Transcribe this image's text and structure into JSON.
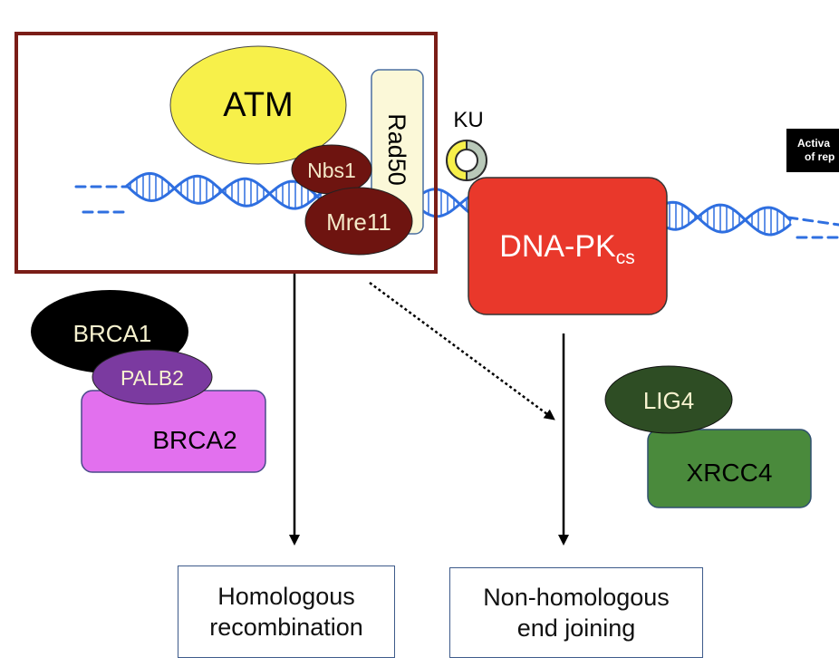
{
  "proteins": {
    "atm": "ATM",
    "nbs1": "Nbs1",
    "rad50": "Rad50",
    "mre11": "Mre11",
    "ku": "KU",
    "dnapk_main": "DNA-PK",
    "dnapk_sub": "cs",
    "brca1": "BRCA1",
    "palb2": "PALB2",
    "brca2": "BRCA2",
    "lig4": "LIG4",
    "xrcc4": "XRCC4"
  },
  "corner_label": {
    "line1": "Activa",
    "line2": "of rep"
  },
  "outcomes": {
    "homologous_line1": "Homologous",
    "homologous_line2": "recombination",
    "nhej_line1": "Non-homologous",
    "nhej_line2": "end joining"
  },
  "colors": {
    "atm": "#f7f04a",
    "mrn_dark": "#6e1410",
    "rad50": "#fbf8d8",
    "dnapk": "#e9382b",
    "brca1": "#000000",
    "palb2": "#7b3aa0",
    "brca2": "#e270ee",
    "lig4": "#2e4d24",
    "xrcc4": "#4a8a3c",
    "dna": "#2f6fe0",
    "frame": "#7a1d17"
  }
}
